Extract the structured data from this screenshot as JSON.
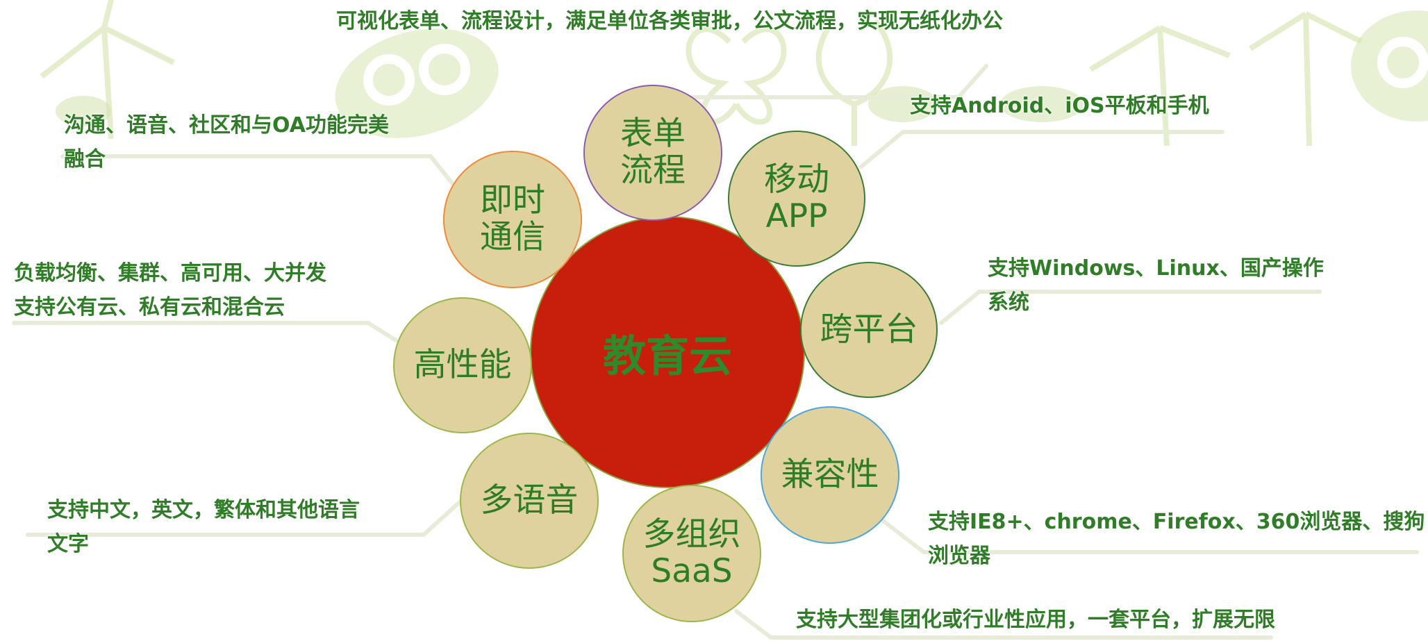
{
  "center": {
    "label": "教育云",
    "fill": "#c71f0c",
    "text_color": "#2f8a2c"
  },
  "petals": [
    {
      "id": "form-flow",
      "line1": "表单",
      "line2": "流程",
      "border": "#8c5bb0"
    },
    {
      "id": "mobile-app",
      "line1": "移动",
      "line2": "APP",
      "border": "#3c7d35"
    },
    {
      "id": "cross-platform",
      "line1": "跨平台",
      "line2": "",
      "border": "#3c7d35"
    },
    {
      "id": "compatibility",
      "line1": "兼容性",
      "line2": "",
      "border": "#4ea7d8"
    },
    {
      "id": "multi-org",
      "line1": "多组织",
      "line2": "SaaS",
      "border": "#9ab84a"
    },
    {
      "id": "multi-language",
      "line1": "多语音",
      "line2": "",
      "border": "#9ab84a"
    },
    {
      "id": "high-performance",
      "line1": "高性能",
      "line2": "",
      "border": "#9ab84a"
    },
    {
      "id": "instant-messaging",
      "line1": "即时",
      "line2": "通信",
      "border": "#ef8a3a"
    }
  ],
  "callouts": {
    "form_flow": "可视化表单、流程设计，满足单位各类审批，公文流程，实现无纸化办公",
    "mobile_app": "支持Android、iOS平板和手机",
    "im_line1": "沟通、语音、社区和与OA功能完美",
    "im_line2": "融合",
    "perf_line1": "负载均衡、集群、高可用、大并发",
    "perf_line2": "支持公有云、私有云和混合云",
    "cross_line1": "支持Windows、Linux、国产操作",
    "cross_line2": "系统",
    "lang_line1": "支持中文，英文，繁体和其他语言",
    "lang_line2": "文字",
    "compat_line1": "支持IE8+、chrome、Firefox、360浏览器、搜狗",
    "compat_line2": "浏览器",
    "org": "支持大型集团化或行业性应用，一套平台，扩展无限"
  },
  "colors": {
    "petal_fill": "#e0d29f",
    "petal_text": "#2d7d24",
    "callout_text": "#2f7d27",
    "background_art": "#cfe0a6"
  }
}
